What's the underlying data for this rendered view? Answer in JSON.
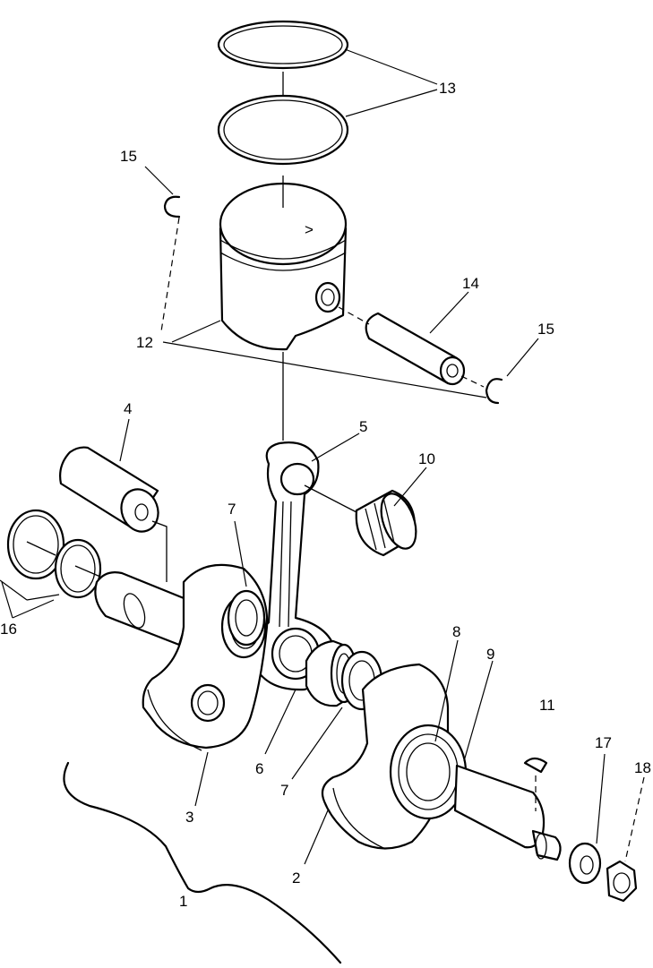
{
  "callouts": {
    "c1": "1",
    "c2": "2",
    "c3": "3",
    "c4": "4",
    "c5": "5",
    "c6": "6",
    "c7a": "7",
    "c7b": "7",
    "c8": "8",
    "c9": "9",
    "c10": "10",
    "c11": "11",
    "c12": "12",
    "c13": "13",
    "c14": "14",
    "c15a": "15",
    "c15b": "15",
    "c16": "16",
    "c17": "17",
    "c18": "18"
  },
  "piston_mark": ">"
}
